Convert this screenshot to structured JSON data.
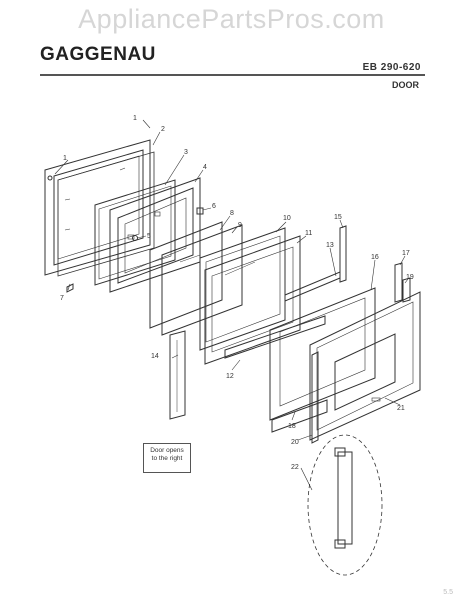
{
  "watermark": "AppliancePartsPros.com",
  "brand": "GAGGENAU",
  "model": "EB 290-620",
  "section": "DOOR",
  "note": {
    "line1": "Door opens",
    "line2": "to the right"
  },
  "callouts": [
    "1",
    "2",
    "3",
    "4",
    "5",
    "6",
    "7",
    "8",
    "9",
    "10",
    "11",
    "12",
    "13",
    "14",
    "15",
    "16",
    "17",
    "18",
    "19",
    "20",
    "21",
    "22"
  ],
  "footer": "5.5"
}
